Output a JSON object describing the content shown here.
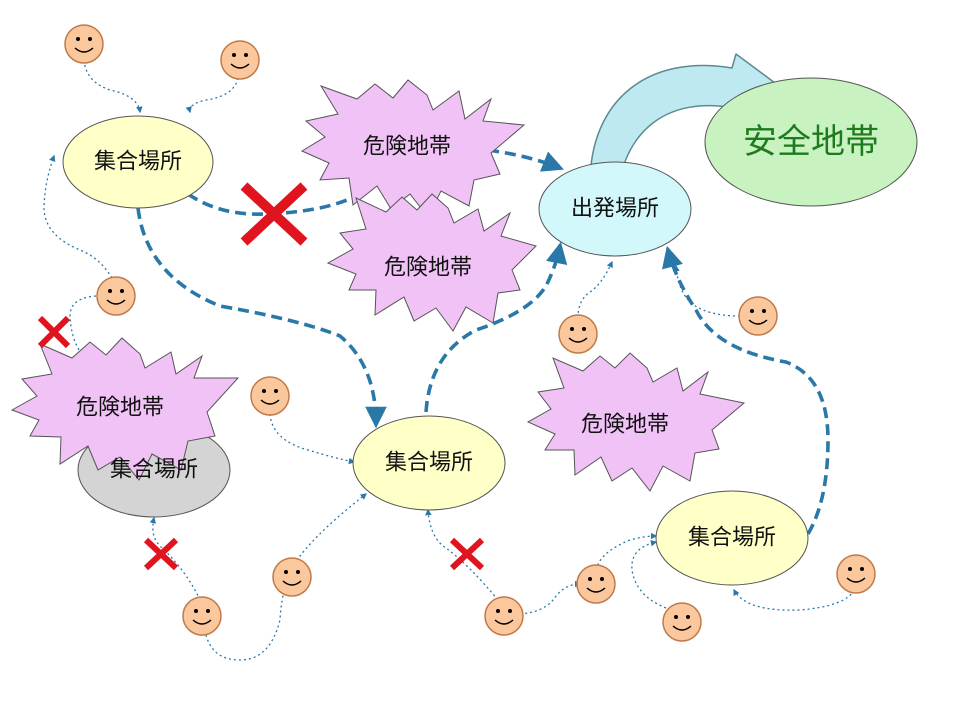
{
  "diagram": {
    "nodes": {
      "gather_top": "集合場所",
      "gather_center": "集合場所",
      "gather_bottom_right": "集合場所",
      "gather_left_gray": "集合場所",
      "departure": "出発場所",
      "safe_zone": "安全地帯"
    },
    "hazards": {
      "top": "危険地帯",
      "middle": "危険地帯",
      "left": "危険地帯",
      "right": "危険地帯"
    }
  },
  "colors": {
    "gathering_fill": "#ffffc8",
    "departure_fill": "#d2f8fc",
    "safe_fill": "#c8f2c0",
    "safe_text": "#1d7a1d",
    "hazard_fill": "#f0c2f6",
    "blocked_fill": "#d4d4d4",
    "route_line": "#2a78a8",
    "blocked_mark": "#e0141e",
    "person_face": "#fbc79c"
  },
  "icons": [
    "smiley-face-icon",
    "cross-mark-icon",
    "curved-arrow-icon"
  ]
}
